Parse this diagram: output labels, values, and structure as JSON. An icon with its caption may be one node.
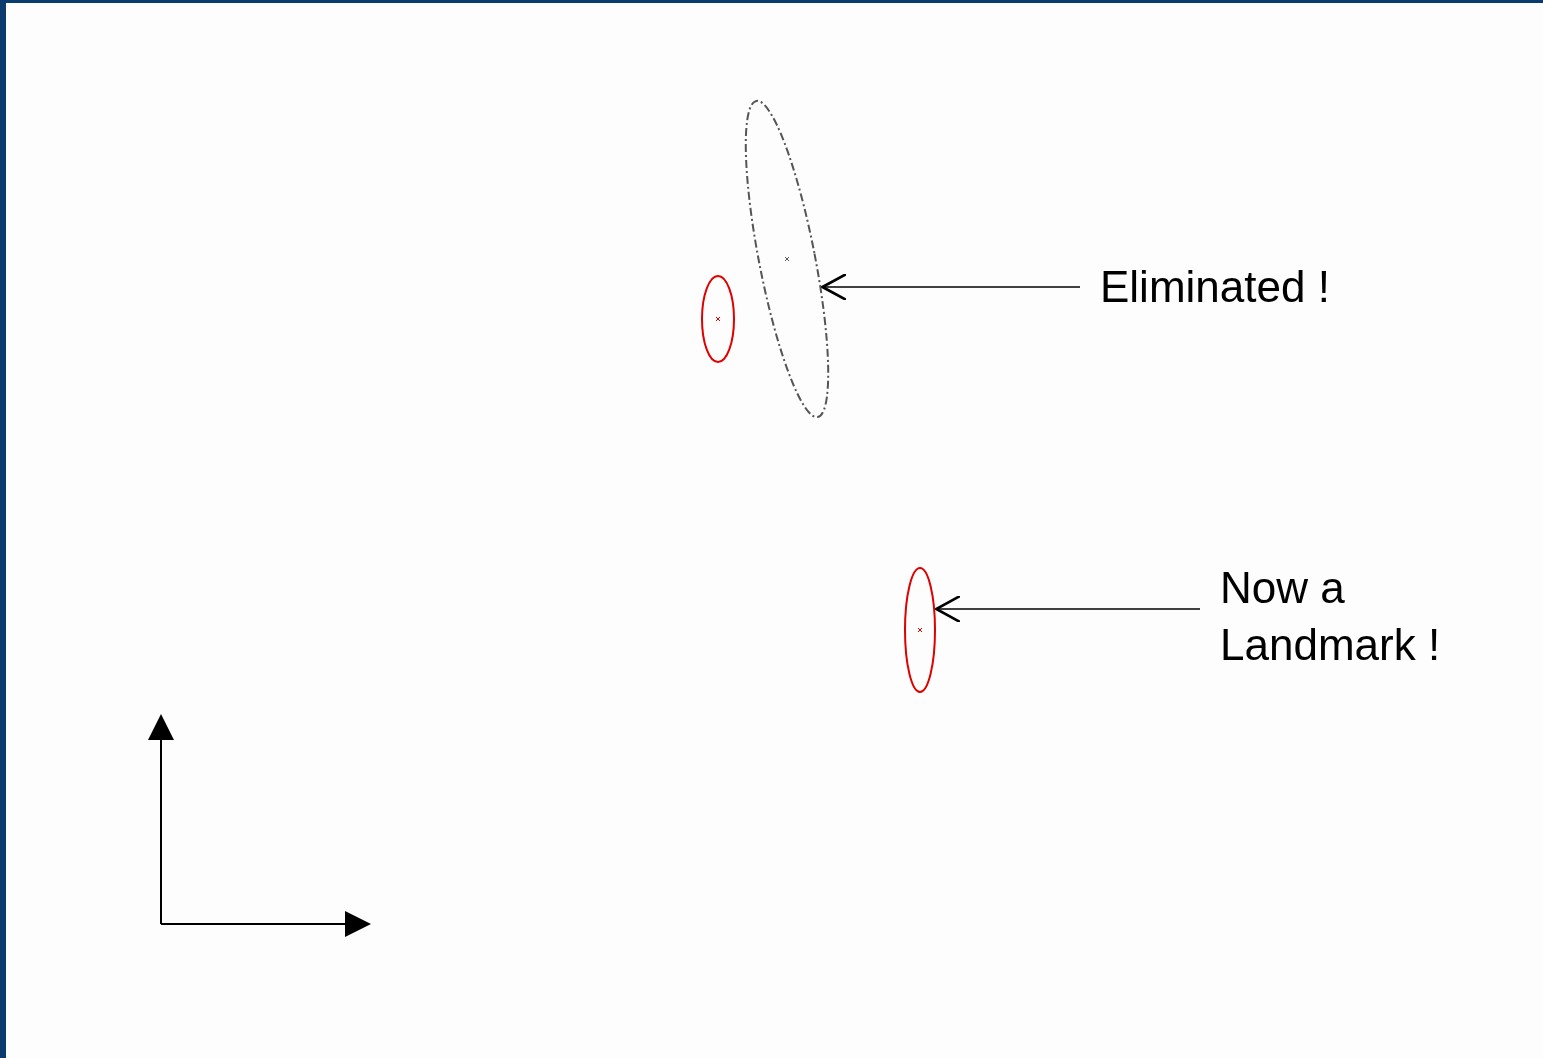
{
  "diagram": {
    "nodes": [
      {
        "text": [],
        "shape": "ellipse"
      },
      {
        "text": [],
        "shape": "ellipse"
      },
      {
        "text": [],
        "shape": "ellipse"
      },
      {
        "text": [
          "Eliminated !"
        ]
      },
      {
        "text": [
          "Now a Landmark !"
        ]
      }
    ],
    "edges": [
      {
        "from": 3,
        "to": 1,
        "arrow": "to"
      },
      {
        "from": 4,
        "to": 2,
        "arrow": "to"
      }
    ]
  }
}
